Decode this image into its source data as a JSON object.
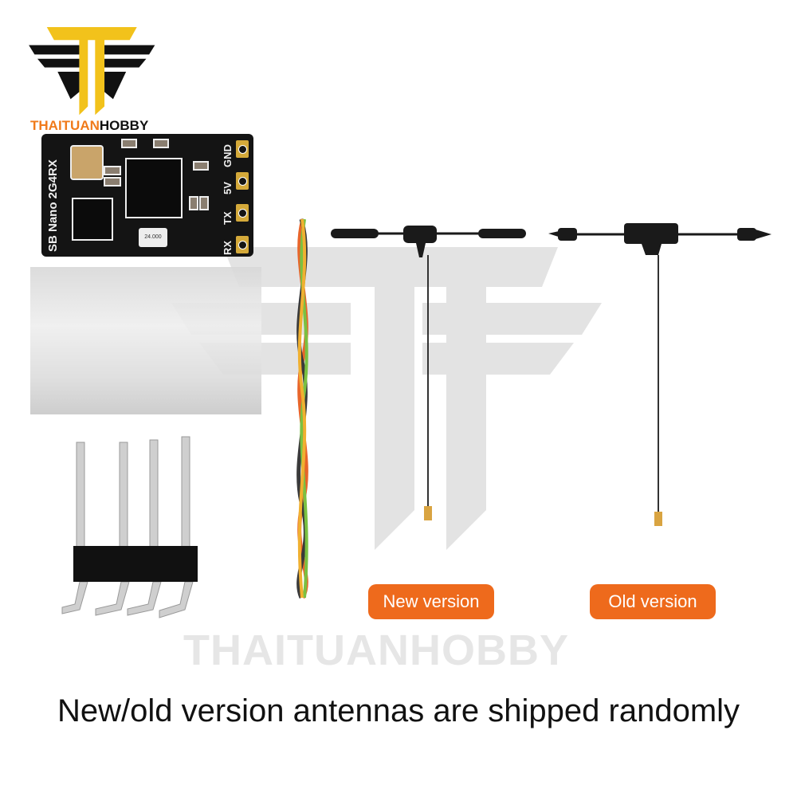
{
  "watermark": {
    "text": "THAITUANHOBBY"
  },
  "logo": {
    "text_orange": "THAITUAN",
    "text_black": "HOBBY",
    "colors": {
      "gold": "#f2c21b",
      "orange": "#f07a1a",
      "black": "#111111"
    }
  },
  "pcb": {
    "model": "SB Nano 2G4RX",
    "pins": [
      "GND",
      "5V",
      "TX",
      "RX"
    ],
    "crystal": "24.000"
  },
  "labels": {
    "new_version": "New version",
    "old_version": "Old version",
    "pill_color": "#ee6a1c"
  },
  "caption": "New/old version antennas are shipped randomly"
}
